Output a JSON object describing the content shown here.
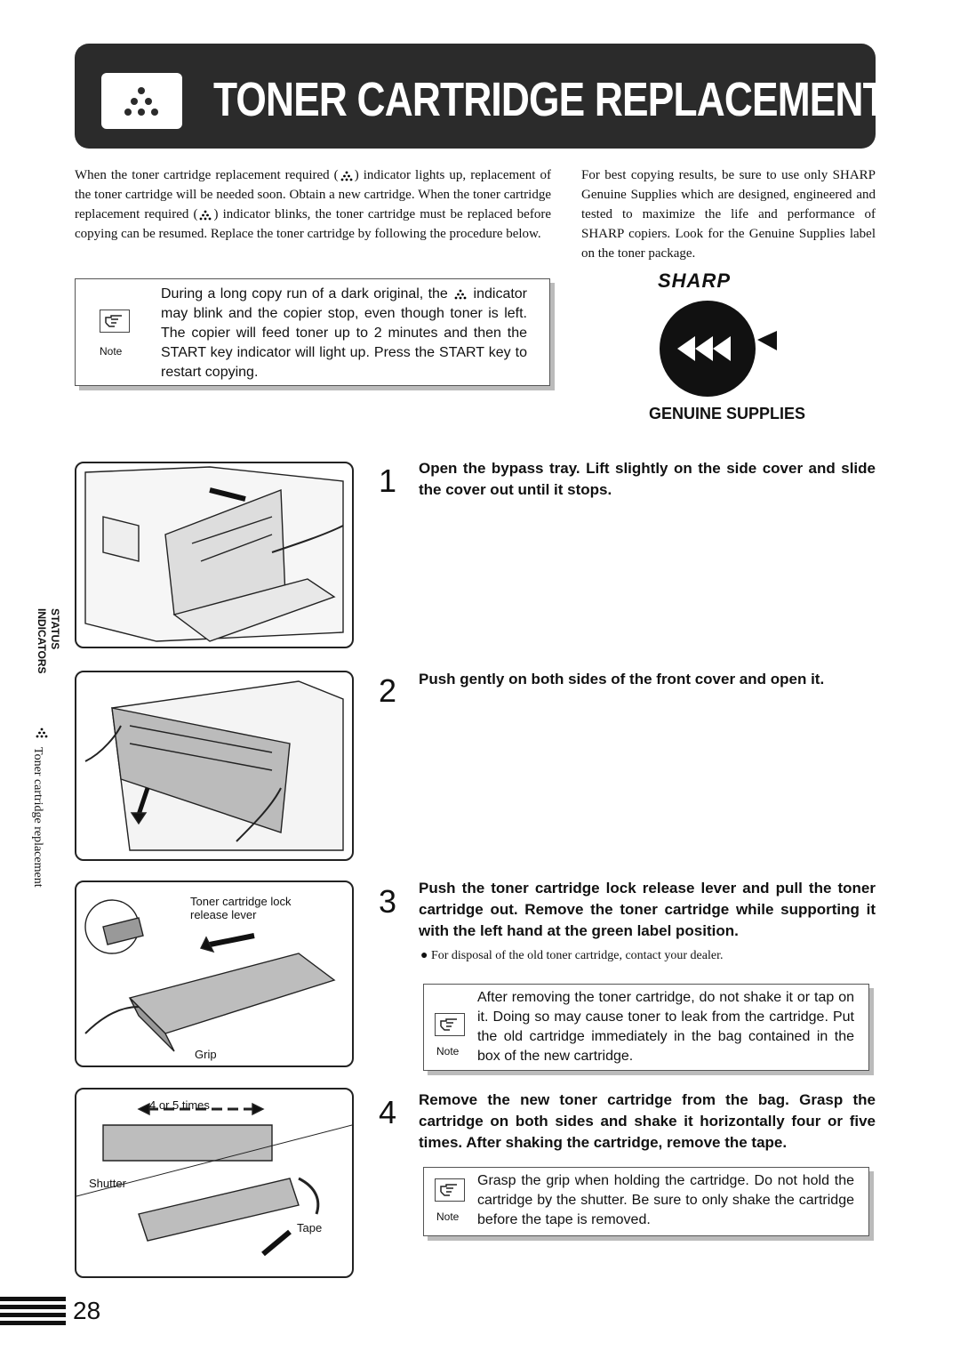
{
  "header": {
    "title": "TONER CARTRIDGE REPLACEMENT",
    "icon": "toner-dots-icon"
  },
  "intro": {
    "p1": "When the toner cartridge replacement required (",
    "p2": ") indicator lights up, replacement of the toner cartridge will be needed soon. Obtain a new cartridge. When the toner cartridge replacement required (",
    "p3": ") indicator blinks, the toner cartridge must be replaced before copying can be resumed. Replace the toner cartridge by following the procedure below."
  },
  "best_results": "For best copying results, be sure to use only SHARP Genuine Supplies which are designed, engineered and tested to maximize the life and performance of SHARP copiers. Look for the Genuine Supplies label on the toner package.",
  "note_label": "Note",
  "note1": {
    "p1": "During a long copy run of a dark original, the",
    "p2": "indicator may blink and the copier stop, even though toner is left. The copier will feed toner up to 2 minutes and then the START key indicator will light up. Press the START key to restart copying."
  },
  "logo": {
    "brand": "SHARP",
    "caption": "GENUINE SUPPLIES"
  },
  "sidebar": {
    "line1": "STATUS",
    "line2": "INDICATORS",
    "caption": "Toner cartridge replacement"
  },
  "steps": [
    {
      "num": "1",
      "text": "Open the bypass tray. Lift slightly on the side cover and slide the cover out until it stops."
    },
    {
      "num": "2",
      "text": "Push gently on both sides of the front cover and open it."
    },
    {
      "num": "3",
      "text": "Push the toner cartridge lock release lever and pull the toner cartridge out. Remove the toner cartridge while supporting it with the left hand at the green label position."
    },
    {
      "num": "4",
      "text": "Remove the new toner cartridge from the bag. Grasp the cartridge on both sides and shake it horizontally four or five times. After shaking the cartridge, remove the tape."
    }
  ],
  "step3_bullet": "For disposal of the old toner cartridge, contact your dealer.",
  "note2": "After removing the toner cartridge, do not shake it or tap on it. Doing so may cause toner to leak from the cartridge. Put the old cartridge immediately in the bag contained in the box of the new cartridge.",
  "note3": "Grasp the grip when holding the cartridge. Do not hold the cartridge by the shutter. Be sure to only shake the cartridge before the tape is removed.",
  "figure_labels": {
    "lock_lever": "Toner cartridge lock release lever",
    "grip": "Grip",
    "times": "4 or 5 times",
    "shutter": "Shutter",
    "tape": "Tape"
  },
  "page_number": "28"
}
